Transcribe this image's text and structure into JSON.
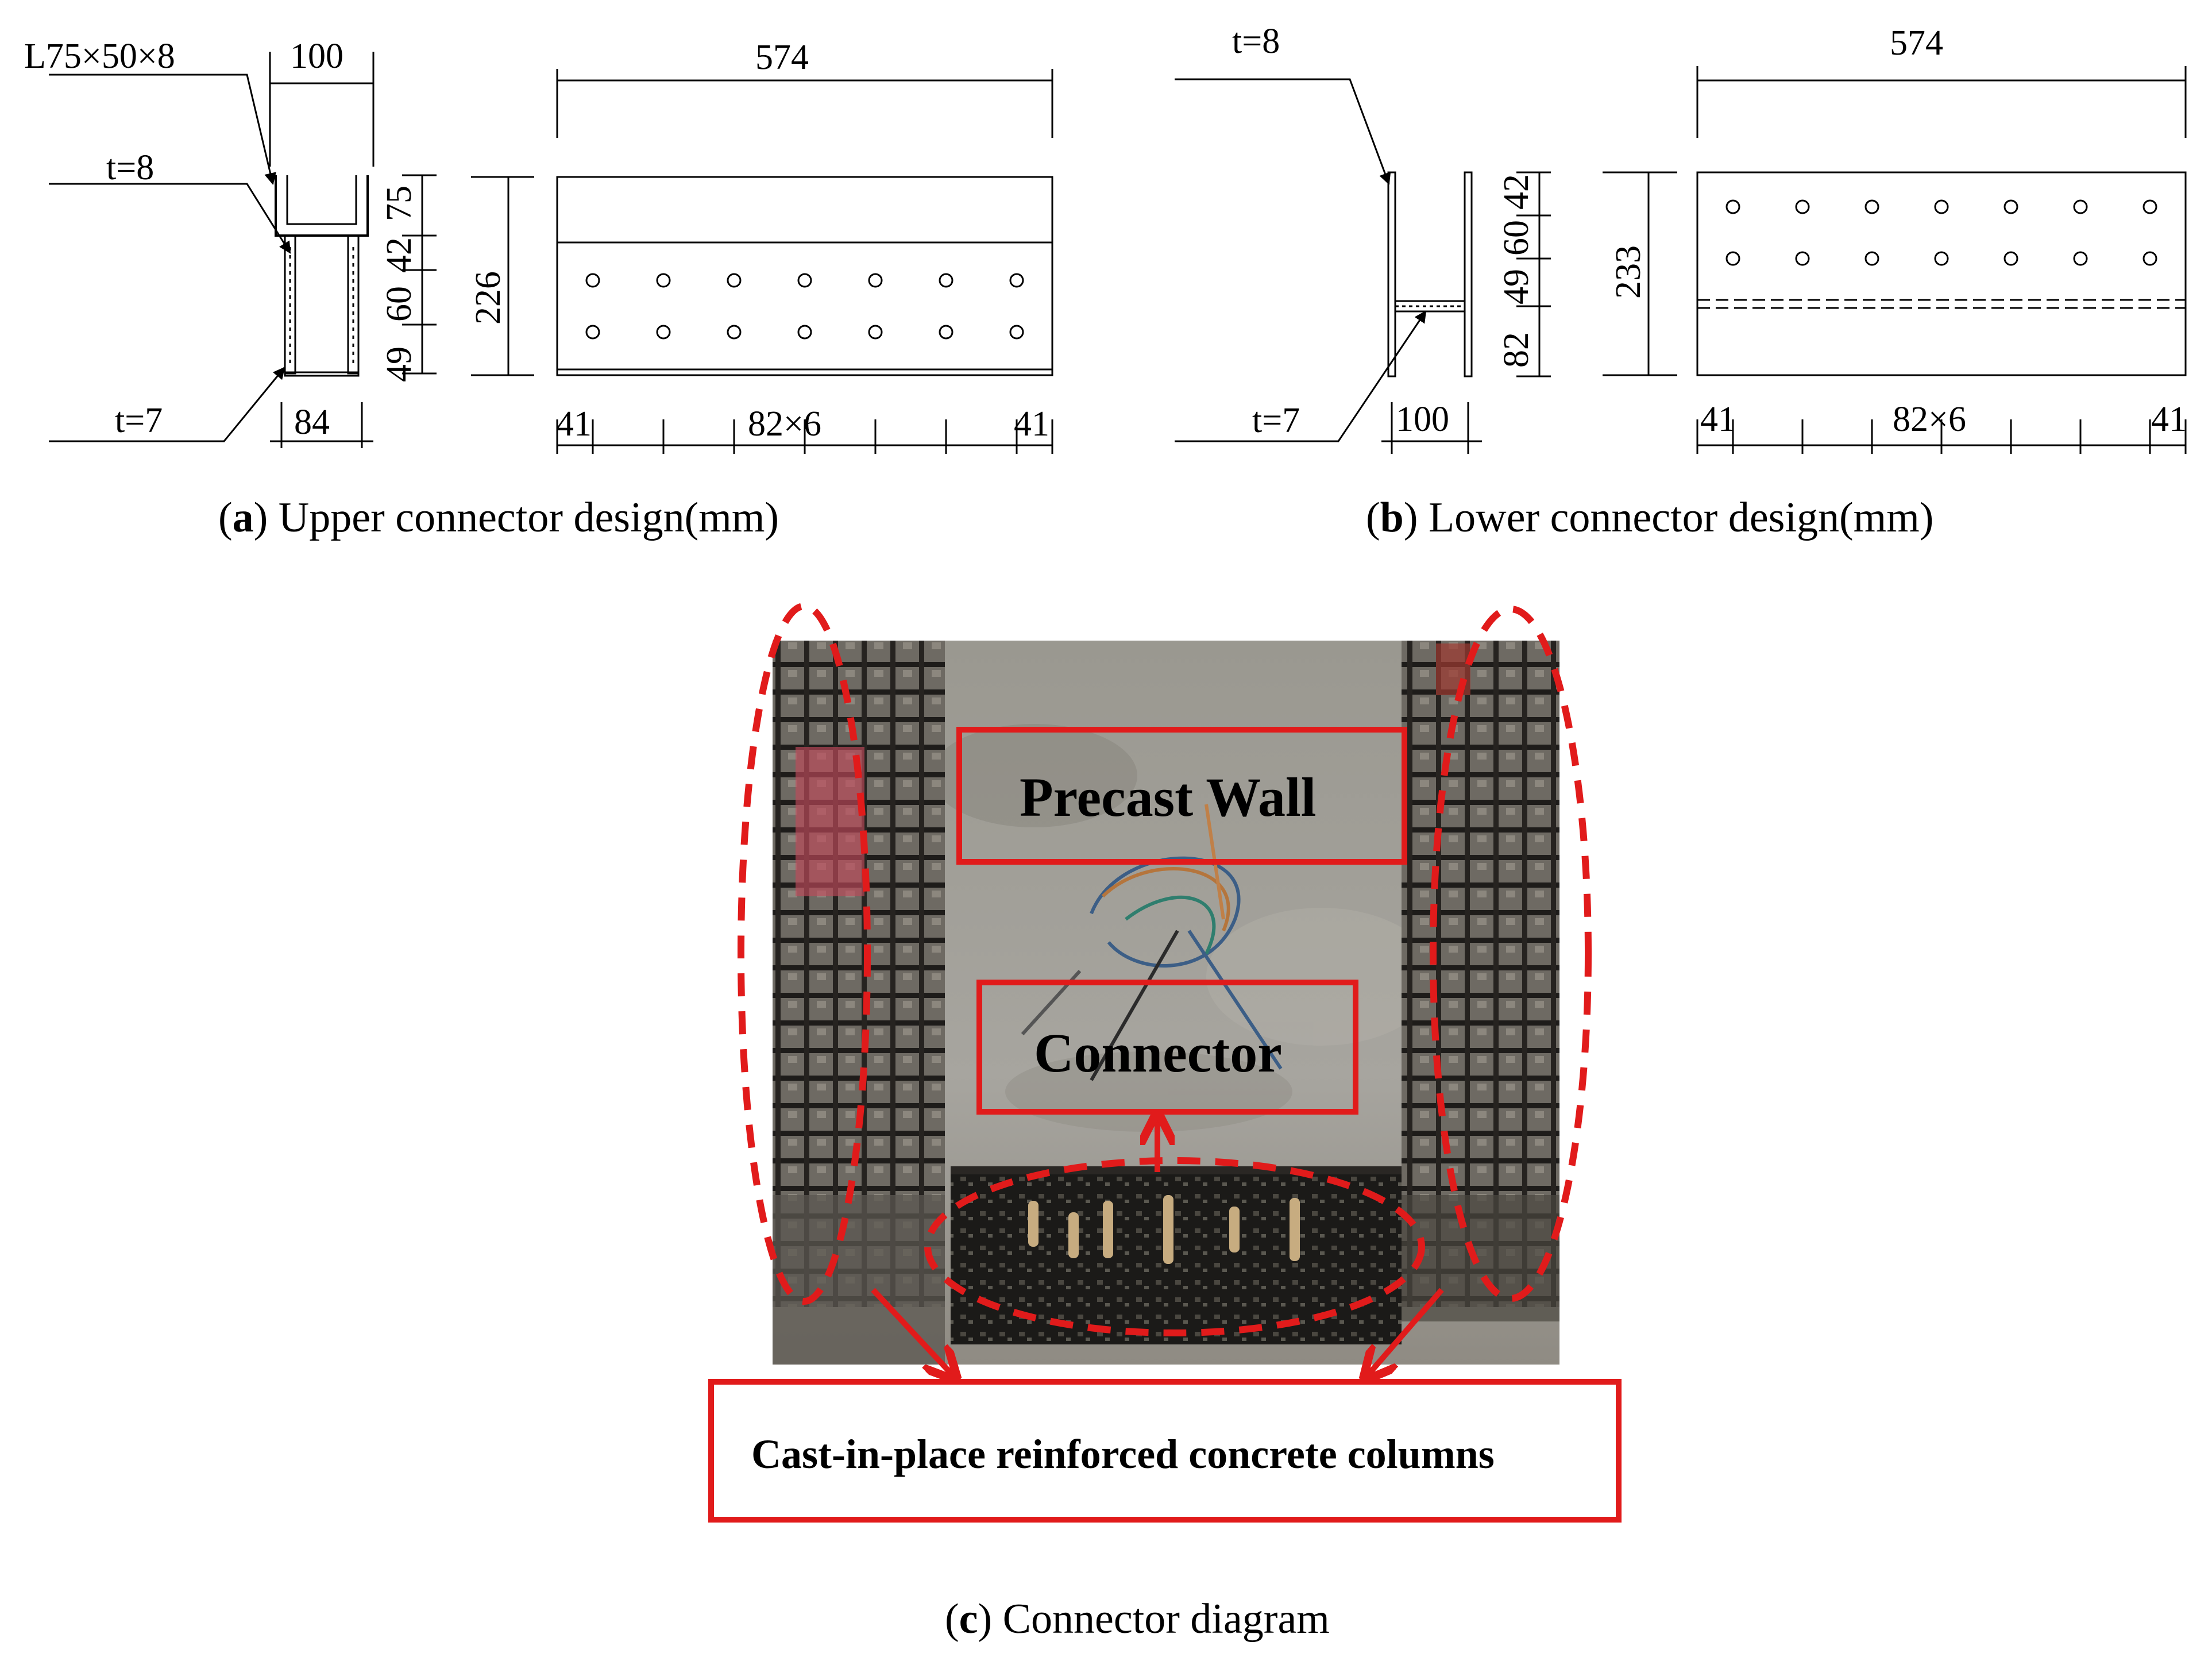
{
  "panel_a": {
    "angle_label": "L75×50×8",
    "plate_top_label": "t=8",
    "plate_bottom_label": "t=7",
    "width_top": "100",
    "width_bottom": "84",
    "vertical_dims": [
      "75",
      "42",
      "60",
      "49"
    ],
    "length": "574",
    "height": "226",
    "spacing_left": "41",
    "spacing_mid": "82×6",
    "spacing_right": "41",
    "caption_letter": "a",
    "caption_text": ") Upper connector design(mm)"
  },
  "panel_b": {
    "plate_top_label": "t=8",
    "plate_bottom_label": "t=7",
    "width": "100",
    "vertical_dims": [
      "42",
      "60",
      "49",
      "82"
    ],
    "length": "574",
    "height": "233",
    "spacing_left": "41",
    "spacing_mid": "82×6",
    "spacing_right": "41",
    "caption_letter": "b",
    "caption_text": ") Lower connector design(mm)"
  },
  "panel_c": {
    "label_precast_wall": "Precast Wall",
    "label_connector": "Connector",
    "label_columns": "Cast-in-place reinforced concrete  columns",
    "caption_letter": "c",
    "caption_text": ") Connector diagram",
    "highlight_color": "#e11b1b"
  }
}
